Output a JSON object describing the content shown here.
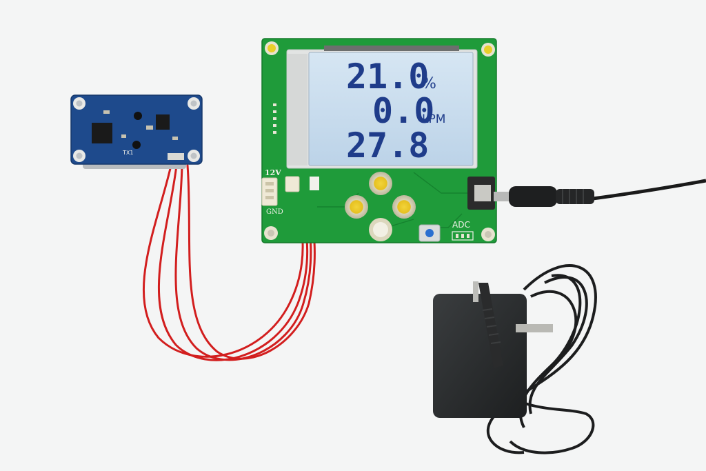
{
  "lcd": {
    "line1_value": "21.0",
    "line1_unit": "%",
    "line2_value": "0.0",
    "line2_unit": "LPM",
    "line3_value": "27.8"
  },
  "board_labels": {
    "power": "12V",
    "ground": "GND",
    "adc": "ADC"
  },
  "sensor_board": {
    "label": "TX1"
  },
  "colors": {
    "main_pcb": "#1f9b3a",
    "sensor_pcb": "#1e4a8c",
    "lcd_background": "#c9dcee",
    "lcd_digits": "#1f3c8a",
    "wires": "#d21e1e",
    "adapter": "#262829"
  }
}
